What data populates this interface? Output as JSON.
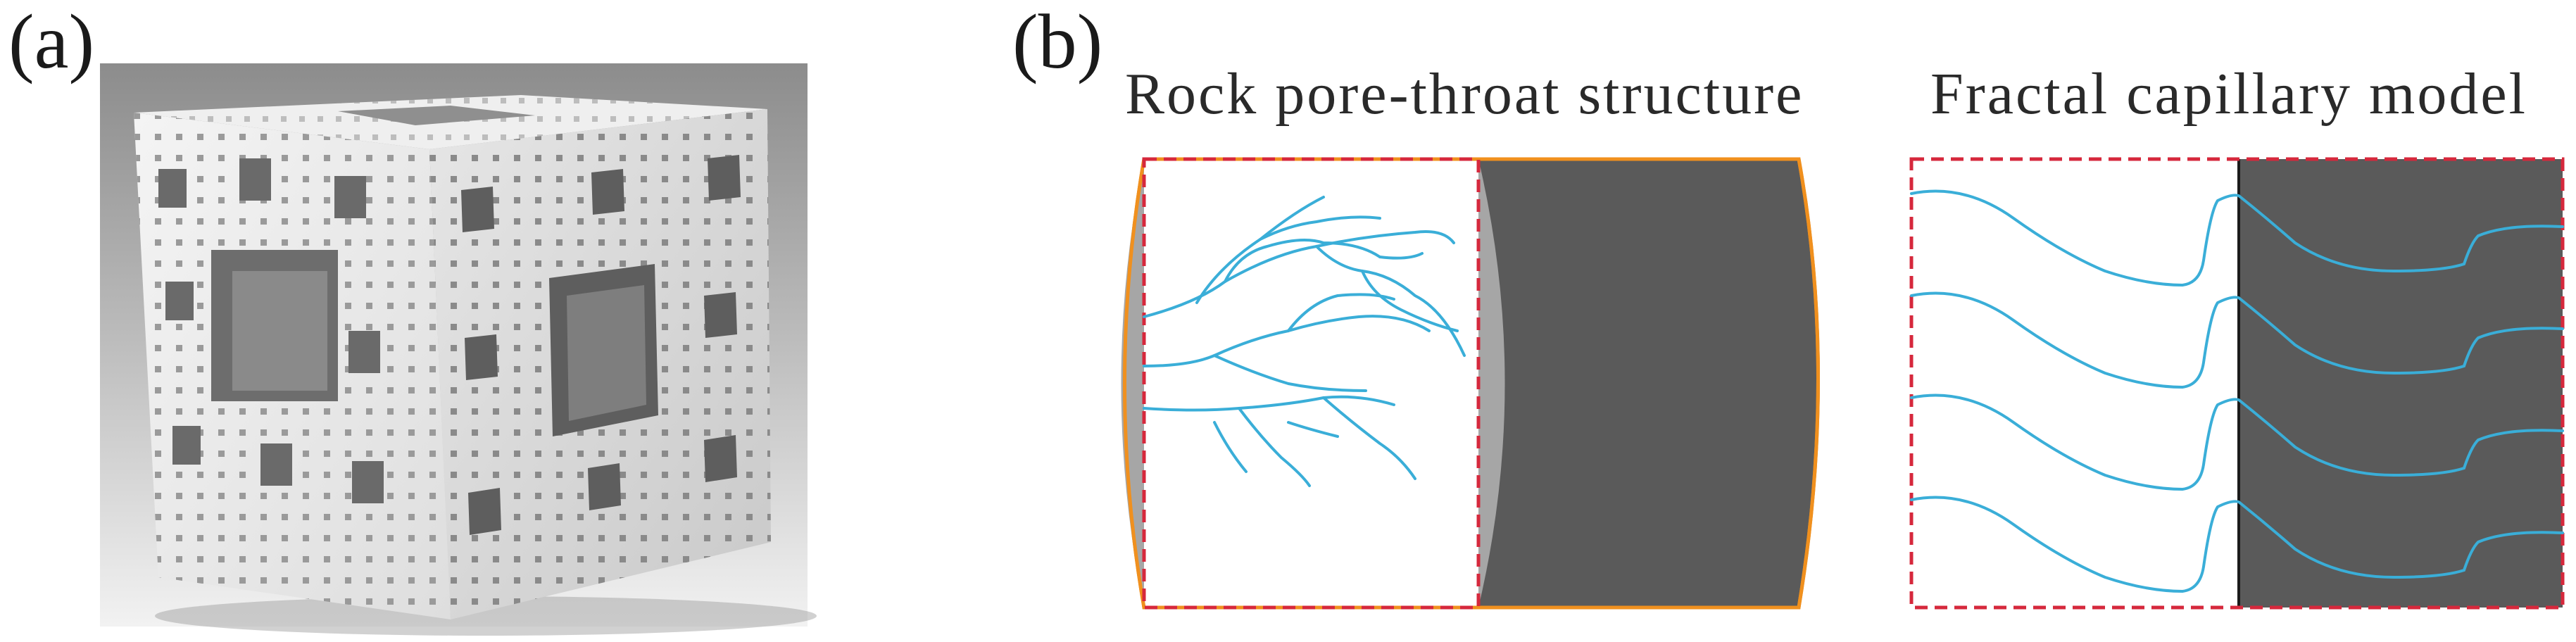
{
  "panel_a": {
    "label": "(a)",
    "image": "sierpinski-menger-sponge-cube"
  },
  "panel_b": {
    "label": "(b)",
    "left_title": "Rock pore-throat structure",
    "right_title": "Fractal capillary model"
  },
  "colors": {
    "capillary": "#3aaed8",
    "cylinder_outline": "#f0901e",
    "dashed_box": "#d6283c",
    "dark_fill": "#5a5a5a",
    "end_cap_fill": "#a6a6a6"
  }
}
